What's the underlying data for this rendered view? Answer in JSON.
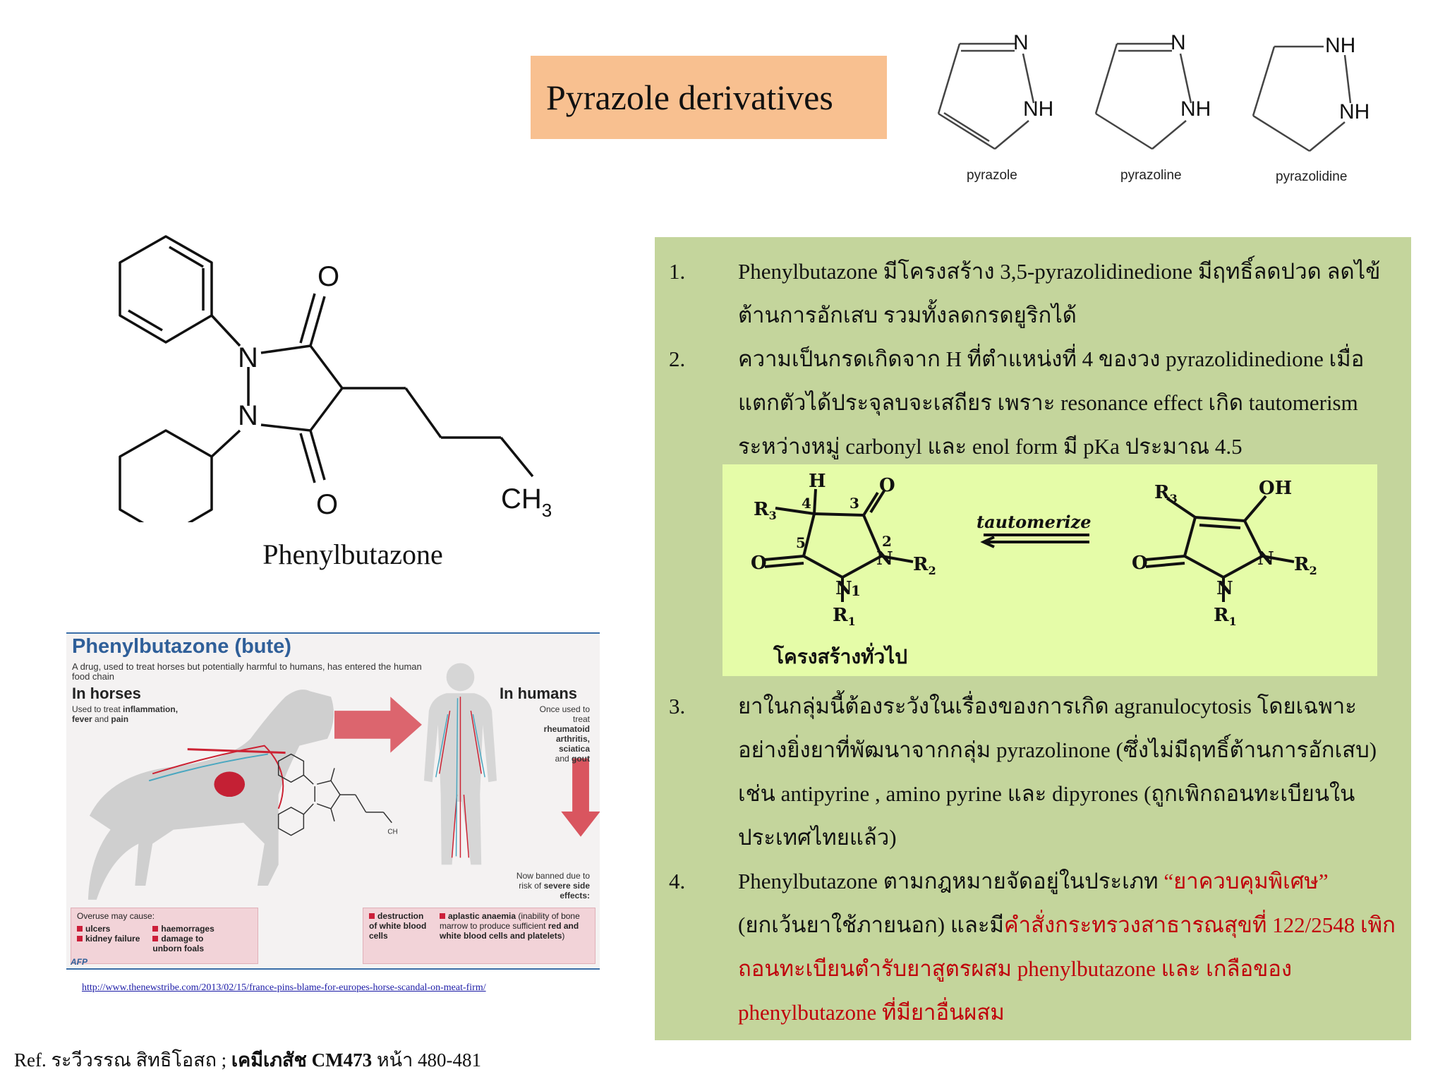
{
  "title": "Pyrazole derivatives",
  "ring_structures": [
    {
      "name": "pyrazole",
      "atom_top": "N",
      "atom_right": "NH"
    },
    {
      "name": "pyrazoline",
      "atom_top": "N",
      "atom_right": "NH"
    },
    {
      "name": "pyrazolidine",
      "atom_top": "NH",
      "atom_right": "NH"
    }
  ],
  "phenylbutazone_structure": {
    "name": "Phenylbutazone",
    "labels": {
      "o_top": "O",
      "o_bottom": "O",
      "n1": "N",
      "n2": "N",
      "ch3": "CH",
      "sub3": "3"
    }
  },
  "items": [
    {
      "num": "1.",
      "text": "Phenylbutazone มีโครงสร้าง 3,5-pyrazolidinedione  มีฤทธิ์ลดปวด ลดไข้ ต้านการอักเสบ รวมทั้งลดกรดยูริกได้"
    },
    {
      "num": "2.",
      "text": "ความเป็นกรดเกิดจาก H ที่ตำแหน่งที่ 4 ของวง pyrazolidinedione เมื่อแตกตัวได้ประจุลบจะเสถียร เพราะ resonance effect  เกิด tautomerism ระหว่างหมู่ carbonyl และ enol form  มี pKa ประมาณ 4.5"
    },
    {
      "num": "3.",
      "text": "ยาในกลุ่มนี้ต้องระวังในเรื่องของการเกิด agranulocytosis  โดยเฉพาะอย่างยิ่งยาที่พัฒนาจากกลุ่ม pyrazolinone (ซึ่งไม่มีฤทธิ์ต้านการอักเสบ) เช่น antipyrine  , amino pyrine  และ dipyrones (ถูกเพิกถอนทะเบียนในประเทศไทยแล้ว)"
    },
    {
      "num": "4.",
      "text_plain_1": "Phenylbutazone  ตามกฎหมายจัดอยู่ในประเภท ",
      "text_red_1": "“ยาควบคุมพิเศษ”",
      "text_plain_2": " (ยกเว้นยาใช้ภายนอก) และมี",
      "text_red_2": "คำสั่งกระทรวงสาธารณสุขที่ 122/2548 เพิกถอนทะเบียนตำรับยาสูตรผสม phenylbutazone และ เกลือของ phenylbutazone ที่มียาอื่นผสม"
    }
  ],
  "tautomer": {
    "arrow_label": "tautomerize",
    "caption": "โครงสร้างทั่วไป",
    "labels": {
      "H": "H",
      "R3": "R",
      "R2": "R",
      "R1": "R",
      "O": "O",
      "OH": "OH",
      "N": "N",
      "pos1": "1",
      "pos2": "2",
      "pos3": "3",
      "pos4": "4",
      "pos5": "5",
      "s3": "3",
      "s2": "2",
      "s1": "1"
    }
  },
  "infographic": {
    "title": "Phenylbutazone (bute)",
    "subtitle": "A drug, used to treat horses but potentially harmful to humans, has entered the human food chain",
    "horses_heading": "In horses",
    "horses_text_1": "Used to treat ",
    "horses_bold_1": "inflammation,",
    "horses_bold_2": "fever",
    "horses_text_2": " and ",
    "horses_bold_3": "pain",
    "humans_heading": "In humans",
    "humans_text": "Once used to treat",
    "humans_bold": [
      "rheumatoid",
      "arthritis,",
      "sciatica"
    ],
    "humans_and": "and ",
    "humans_gout": "gout",
    "banned_text_1": "Now banned due to risk of ",
    "banned_bold": "severe side effects:",
    "overuse_title": "Overuse may cause:",
    "overuse_items": [
      "ulcers",
      "haemorrages",
      "kidney failure",
      "damage to unborn foals"
    ],
    "side_effects": [
      "destruction of white blood cells",
      "aplastic anaemia"
    ],
    "aplastic_desc_1": " (inability of bone marrow to produce sufficient ",
    "aplastic_bold": "red and white blood cells and platelets",
    "aplastic_desc_2": ")",
    "credit": "AFP",
    "chem_ch3": "CH"
  },
  "source_url": "http://www.thenewstribe.com/2013/02/15/france-pins-blame-for-europes-horse-scandal-on-meat-firm/",
  "reference": {
    "prefix": "Ref. ระวีวรรณ  สิทธิโอสถ ; ",
    "bold": "เคมีเภสัช CM473",
    "suffix": "  หน้า 480-481"
  }
}
